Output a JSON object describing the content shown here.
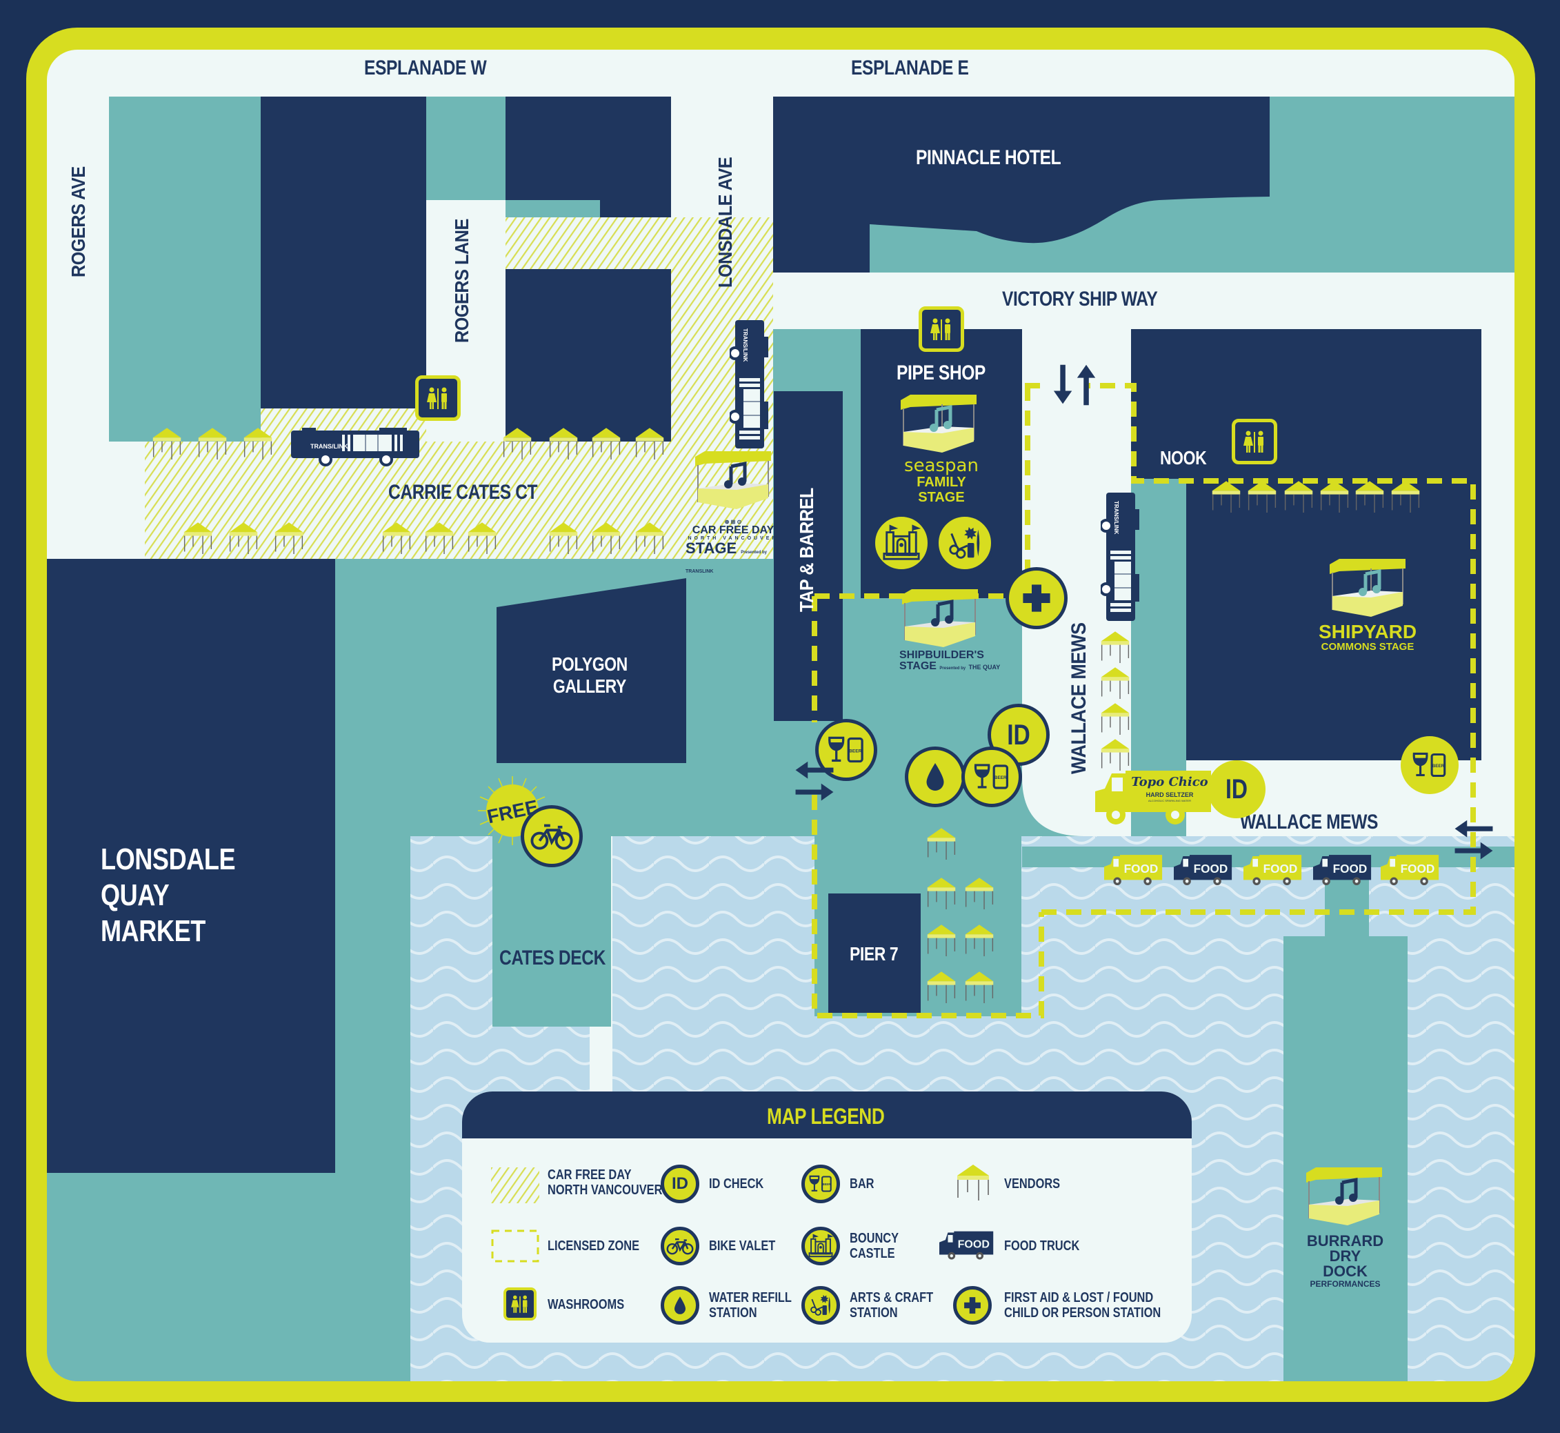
{
  "map": {
    "title": "Car Free Day North Vancouver Event Map",
    "colors": {
      "background": "#1b3157",
      "frame": "#d7dd20",
      "building": "#1f365e",
      "green_space": "#6fb7b5",
      "road": "#eff8f7",
      "water": "#bad9ea",
      "accent": "#d7dd20"
    },
    "streets": {
      "esplanade_w": "ESPLANADE W",
      "esplanade_e": "ESPLANADE E",
      "rogers_ave": "ROGERS AVE",
      "rogers_lane": "ROGERS LANE",
      "lonsdale_ave": "LONSDALE AVE",
      "carrie_cates_ct": "CARRIE CATES CT",
      "victory_ship_way": "VICTORY SHIP WAY",
      "wallace_mews_vertical": "WALLACE MEWS",
      "wallace_mews_horizontal": "WALLACE MEWS"
    },
    "buildings": {
      "pinnacle_hotel": "PINNACLE HOTEL",
      "pipe_shop": "PIPE SHOP",
      "tap_barrel": "TAP  &  BARREL",
      "nook": "NOOK",
      "polygon_gallery_1": "POLYGON",
      "polygon_gallery_2": "GALLERY",
      "lonsdale_quay_1": "LONSDALE",
      "lonsdale_quay_2": "QUAY",
      "lonsdale_quay_3": "MARKET",
      "pier_7": "PIER 7",
      "cates_deck": "CATES DECK"
    },
    "stages": {
      "family_sponsor": "seaspan",
      "family_stage": "FAMILY STAGE",
      "shipbuilders_1": "SHIPBUILDER'S",
      "shipbuilders_2": "STAGE",
      "shipbuilders_presented": "Presented by",
      "shipbuilders_sponsor": "THE QUAY",
      "shipyard_1": "SHIPYARD",
      "shipyard_2": "COMMONS STAGE",
      "burrard_1": "BURRARD",
      "burrard_2": "DRY DOCK",
      "burrard_3": "PERFORMANCES",
      "cfd_1": "CAR FREE DAY",
      "cfd_2": "NORTH VANCOUVER",
      "cfd_3": "STAGE",
      "cfd_presented": "Presented by",
      "cfd_sponsor": "TRANSLINK"
    },
    "markers": {
      "id_label": "ID",
      "beer_label": "BEER",
      "free_label": "FREE",
      "food_label": "FOOD",
      "translink_1": "TRANS",
      "translink_2": "LINK",
      "topo_chico": "Topo Chico",
      "hard_seltzer": "HARD SELTZER",
      "sparkling": "ALCOHOLIC SPARKLING WATER"
    },
    "food_trucks": [
      {
        "color": "#d7dd20"
      },
      {
        "color": "#1f365e"
      },
      {
        "color": "#d7dd20"
      },
      {
        "color": "#1f365e"
      },
      {
        "color": "#d7dd20"
      }
    ]
  },
  "legend": {
    "title": "MAP LEGEND",
    "items": [
      {
        "icon": "hatch-swatch",
        "label_1": "CAR FREE DAY",
        "label_2": "NORTH VANCOUVER"
      },
      {
        "icon": "id-check-icon",
        "label_1": "ID CHECK",
        "label_2": ""
      },
      {
        "icon": "bar-icon",
        "label_1": "BAR",
        "label_2": ""
      },
      {
        "icon": "vendor-tent-icon",
        "label_1": "VENDORS",
        "label_2": ""
      },
      {
        "icon": "licensed-zone-swatch",
        "label_1": "LICENSED ZONE",
        "label_2": ""
      },
      {
        "icon": "bike-icon",
        "label_1": "BIKE VALET",
        "label_2": ""
      },
      {
        "icon": "bouncy-castle-icon",
        "label_1": "BOUNCY",
        "label_2": "CASTLE"
      },
      {
        "icon": "food-truck-icon",
        "label_1": "FOOD TRUCK",
        "label_2": ""
      },
      {
        "icon": "washroom-icon",
        "label_1": "WASHROOMS",
        "label_2": ""
      },
      {
        "icon": "water-drop-icon",
        "label_1": "WATER REFILL",
        "label_2": "STATION"
      },
      {
        "icon": "arts-craft-icon",
        "label_1": "ARTS & CRAFT",
        "label_2": "STATION"
      },
      {
        "icon": "first-aid-icon",
        "label_1": "FIRST AID & LOST / FOUND",
        "label_2": "CHILD OR PERSON STATION"
      }
    ]
  }
}
